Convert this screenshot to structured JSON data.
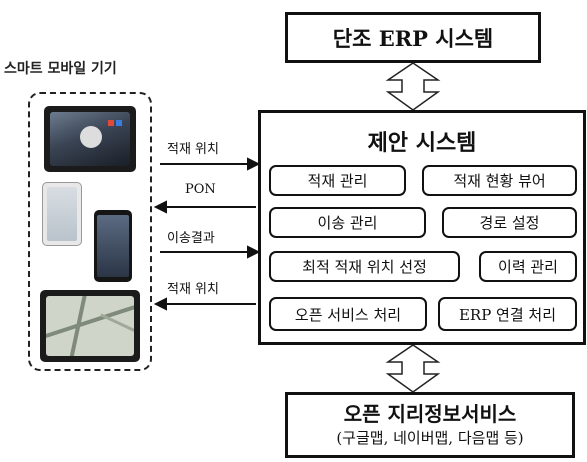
{
  "top_system": {
    "label": "단조 ERP 시스템"
  },
  "proposal": {
    "title": "제안 시스템",
    "modules": [
      "적재 관리",
      "적재 현황 뷰어",
      "이송 관리",
      "경로 설정",
      "최적 적재 위치 선정",
      "이력 관리",
      "오픈 서비스 처리",
      "ERP 연결 처리"
    ]
  },
  "bottom_system": {
    "title": "오픈 지리정보서비스",
    "subtitle": "(구글맵, 네이버맵, 다음맵 등)"
  },
  "devices": {
    "label": "스마트 모바일 기기"
  },
  "arrows": {
    "a1": "적재 위치",
    "a2": "PON",
    "a3": "이송결과",
    "a4": "적재 위치"
  }
}
